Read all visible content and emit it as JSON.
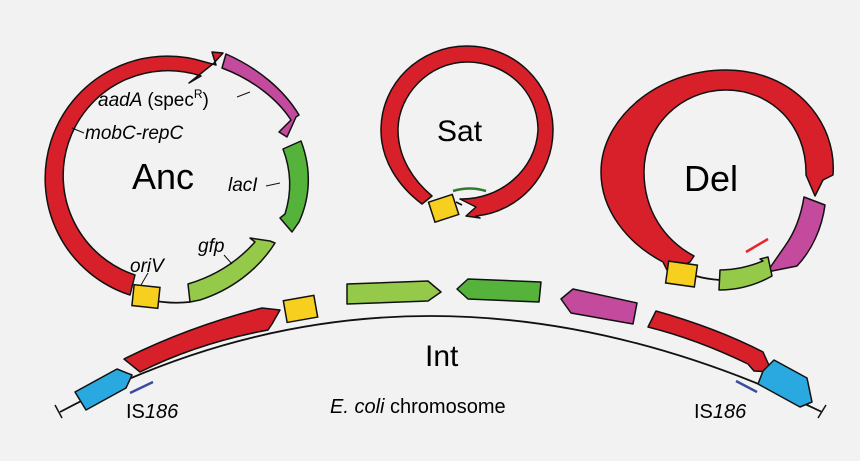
{
  "colors": {
    "red": "#d7202a",
    "magenta": "#c34a9c",
    "dark_green": "#55b33b",
    "light_green": "#95c94a",
    "yellow": "#f7cf1f",
    "cyan": "#2aa9e0",
    "backbone": "#111111",
    "blue_mark": "#3a4c9e",
    "red_mark": "#e8242a",
    "green_mark": "#2f7a2f"
  },
  "labels": {
    "anc": "Anc",
    "sat": "Sat",
    "del": "Del",
    "int": "Int",
    "aadA": "aadA",
    "spec": "(spec",
    "spec_sup": "R",
    "spec_close": ")",
    "mobC": "mobC-repC",
    "lacI": "lacI",
    "gfp": "gfp",
    "oriV": "oriV",
    "is_prefix": "IS",
    "is_num": "186",
    "ecoli": "E. coli",
    "chromosome": " chromosome"
  }
}
